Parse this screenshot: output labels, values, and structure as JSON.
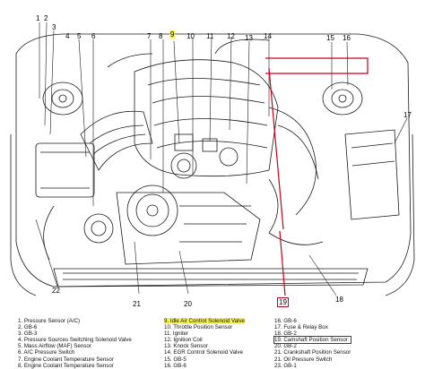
{
  "callouts": {
    "n1": "1",
    "n2": "2",
    "n3": "3",
    "n4": "4",
    "n5": "5",
    "n6": "6",
    "n7": "7",
    "n8": "8",
    "n9": "9",
    "n10": "10",
    "n11": "11",
    "n12": "12",
    "n13": "13",
    "n14": "14",
    "n15": "15",
    "n16": "16",
    "n17": "17",
    "n18": "18",
    "n19": "19",
    "n20": "20",
    "n21": "21",
    "n22": "22"
  },
  "legend": {
    "col1": [
      "1. Pressure Sensor (A/C)",
      "2. GB-6",
      "3. GB-3",
      "4. Pressure Sources Switching Solenoid Valve",
      "5. Mass Airflow (MAF) Sensor",
      "6. A/C Pressure Switch",
      "7. Engine Coolant Temperature Sensor",
      "8. Engine Coolant Temperature Sensor"
    ],
    "col2": [
      "9. Idle Air Control Solenoid Valve",
      "10. Throttle Position Sensor",
      "11. Igniter",
      "12. Ignition Coil",
      "13. Knock Sensor",
      "14. EGR Control Solenoid Valve",
      "15. GB-5",
      "16. GB-6"
    ],
    "col3": [
      "16. GB-6",
      "17. Fuse & Relay Box",
      "18. GB-2",
      "19. Camshaft Position Sensor",
      "20. GB-2",
      "21. Crankshaft Position Sensor",
      "21. Oil Pressure Switch",
      "23. GB-1"
    ]
  },
  "highlight_colors": {
    "yellow": "#f6f15a",
    "red": "#c8001a"
  }
}
